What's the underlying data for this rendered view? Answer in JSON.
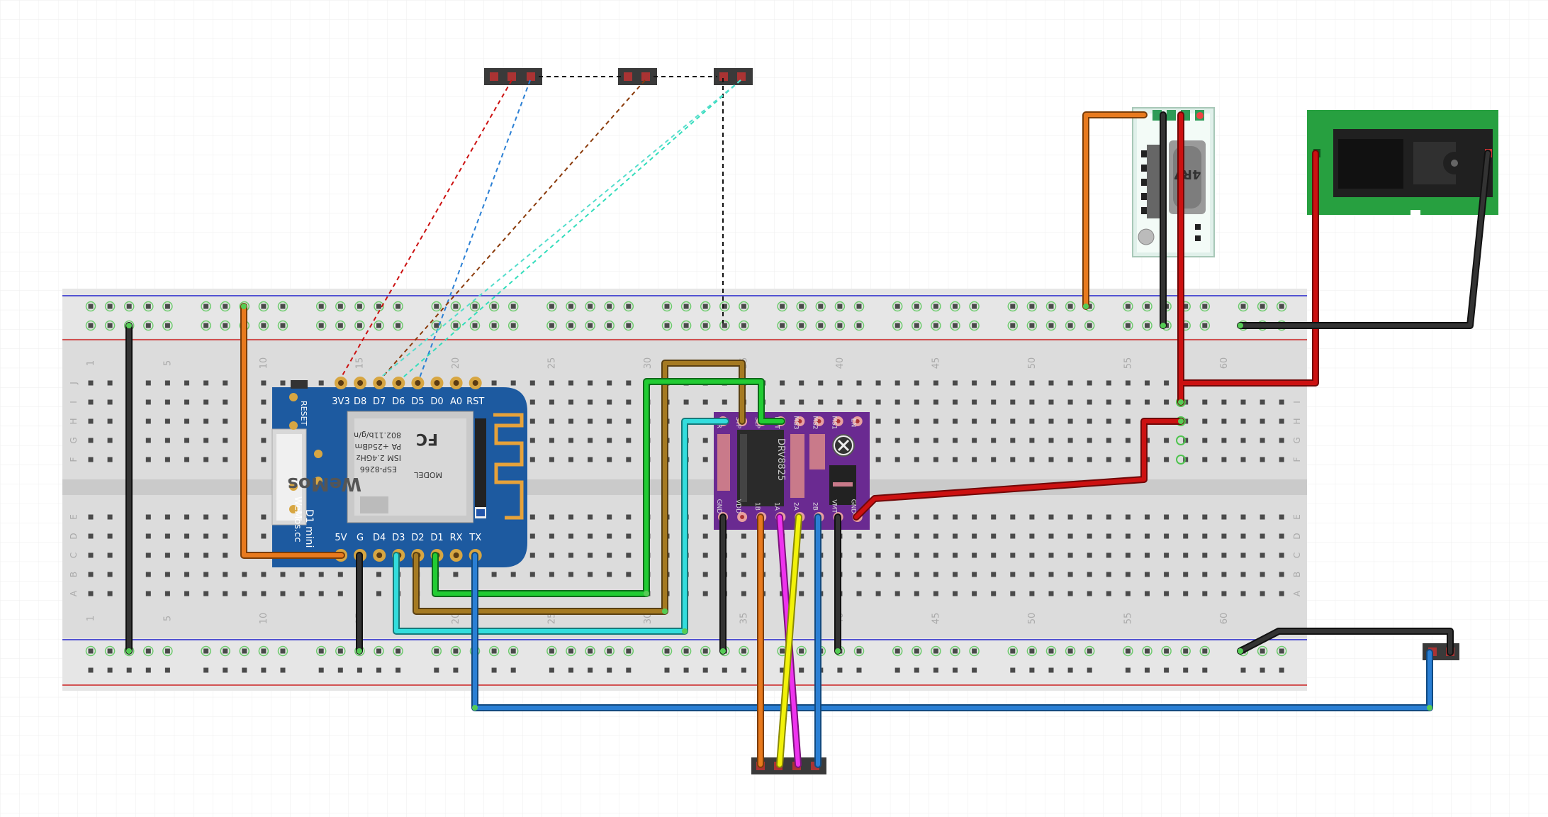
{
  "breadboard": {
    "column_numbers_top": [
      "1",
      "5",
      "10",
      "15",
      "20",
      "25",
      "30",
      "35",
      "40",
      "45",
      "50",
      "55",
      "60"
    ],
    "column_numbers_bottom": [
      "1",
      "5",
      "10",
      "15",
      "20",
      "25",
      "30",
      "35",
      "40",
      "45",
      "50",
      "55",
      "60"
    ],
    "row_letters_top": [
      "J",
      "I",
      "H",
      "G",
      "F"
    ],
    "row_letters_bottom": [
      "E",
      "D",
      "C",
      "B",
      "A"
    ]
  },
  "wemos": {
    "top_pins": [
      "3V3",
      "D8",
      "D7",
      "D6",
      "D5",
      "D0",
      "A0",
      "RST"
    ],
    "bottom_pins": [
      "5V",
      "G",
      "D4",
      "D3",
      "D2",
      "D1",
      "RX",
      "TX"
    ],
    "reset_label": "RESET",
    "module_model": "MODEL",
    "module_chip": "ESP-8266",
    "module_spec1": "ISM 2.4GHz",
    "module_spec2": "PA +25dBm",
    "module_spec3": "802.11b/g/n",
    "fcc": "FC",
    "brand": "WeMos",
    "board_name": "D1 mini",
    "brand_small": "WeMos.cc"
  },
  "driver": {
    "chip_label": "DRV8825",
    "top_pins": [
      "DIR",
      "STP",
      "SLP",
      "RST",
      "MS3",
      "MS2",
      "MS1",
      "EN"
    ],
    "bottom_pins": [
      "GND",
      "VDD",
      "1B",
      "1A",
      "2A",
      "2B",
      "VMT",
      "GND"
    ]
  },
  "buck": {
    "inductor_label": "4R7"
  },
  "colors": {
    "red": "#cc1111",
    "black": "#222222",
    "orange": "#e87a1e",
    "green": "#22cc33",
    "cyan": "#33dddd",
    "blue": "#2a7fd4",
    "brown": "#a57a22",
    "yellow": "#f2f20a",
    "magenta": "#ee33ee",
    "wemos_board": "#1d5aa0",
    "driver_board": "#6a2a91",
    "power_board": "#229933"
  }
}
